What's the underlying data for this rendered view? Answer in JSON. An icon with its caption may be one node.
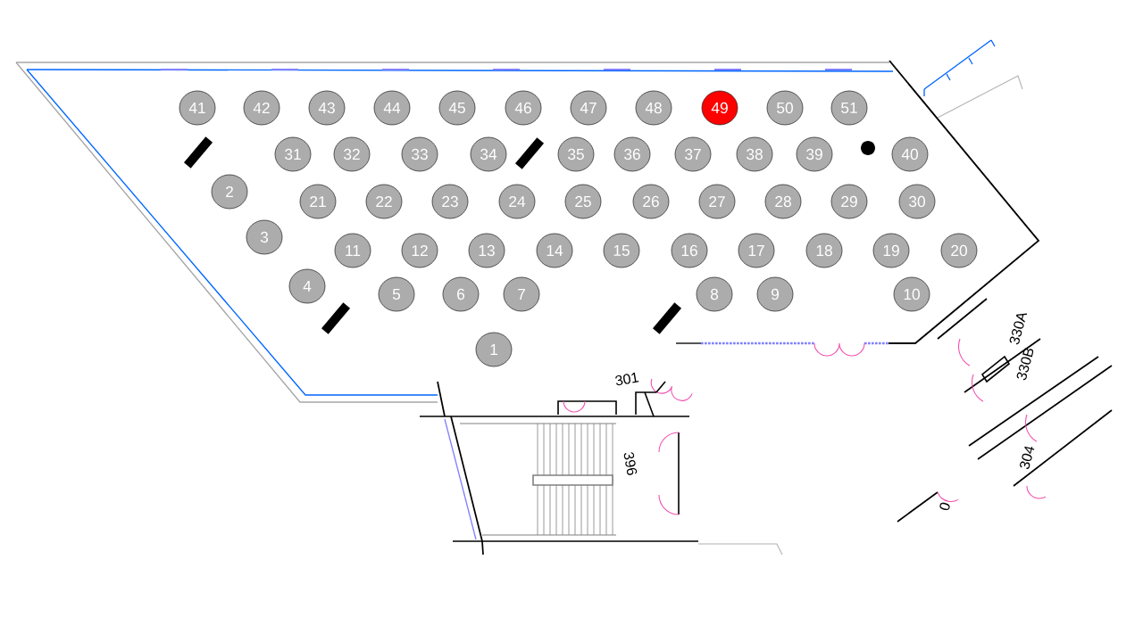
{
  "diagram": {
    "nodes": [
      {
        "text": [
          "1"
        ]
      },
      {
        "text": [
          "2"
        ]
      },
      {
        "text": [
          "3"
        ]
      },
      {
        "text": [
          "4"
        ]
      },
      {
        "text": [
          "5"
        ]
      },
      {
        "text": [
          "6"
        ]
      },
      {
        "text": [
          "7"
        ]
      },
      {
        "text": [
          "8"
        ]
      },
      {
        "text": [
          "9"
        ]
      },
      {
        "text": [
          "10"
        ]
      },
      {
        "text": [
          "11"
        ]
      },
      {
        "text": [
          "12"
        ]
      },
      {
        "text": [
          "13"
        ]
      },
      {
        "text": [
          "14"
        ]
      },
      {
        "text": [
          "15"
        ]
      },
      {
        "text": [
          "16"
        ]
      },
      {
        "text": [
          "17"
        ]
      },
      {
        "text": [
          "18"
        ]
      },
      {
        "text": [
          "19"
        ]
      },
      {
        "text": [
          "20"
        ]
      },
      {
        "text": [
          "21"
        ]
      },
      {
        "text": [
          "22"
        ]
      },
      {
        "text": [
          "23"
        ]
      },
      {
        "text": [
          "24"
        ]
      },
      {
        "text": [
          "25"
        ]
      },
      {
        "text": [
          "26"
        ]
      },
      {
        "text": [
          "27"
        ]
      },
      {
        "text": [
          "28"
        ]
      },
      {
        "text": [
          "29"
        ]
      },
      {
        "text": [
          "30"
        ]
      },
      {
        "text": [
          "31"
        ]
      },
      {
        "text": [
          "32"
        ]
      },
      {
        "text": [
          "33"
        ]
      },
      {
        "text": [
          "34"
        ]
      },
      {
        "text": [
          "35"
        ]
      },
      {
        "text": [
          "36"
        ]
      },
      {
        "text": [
          "37"
        ]
      },
      {
        "text": [
          "38"
        ]
      },
      {
        "text": [
          "39"
        ]
      },
      {
        "text": [
          "40"
        ]
      },
      {
        "text": [
          "41"
        ]
      },
      {
        "text": [
          "42"
        ]
      },
      {
        "text": [
          "43"
        ]
      },
      {
        "text": [
          "44"
        ]
      },
      {
        "text": [
          "45"
        ]
      },
      {
        "text": [
          "46"
        ]
      },
      {
        "text": [
          "47"
        ]
      },
      {
        "text": [
          "48"
        ]
      },
      {
        "text": [
          "49"
        ]
      },
      {
        "text": [
          "50"
        ]
      },
      {
        "text": [
          "51"
        ]
      }
    ],
    "labels": [
      "301",
      "396",
      "330A",
      "330B",
      "304",
      "0"
    ]
  }
}
